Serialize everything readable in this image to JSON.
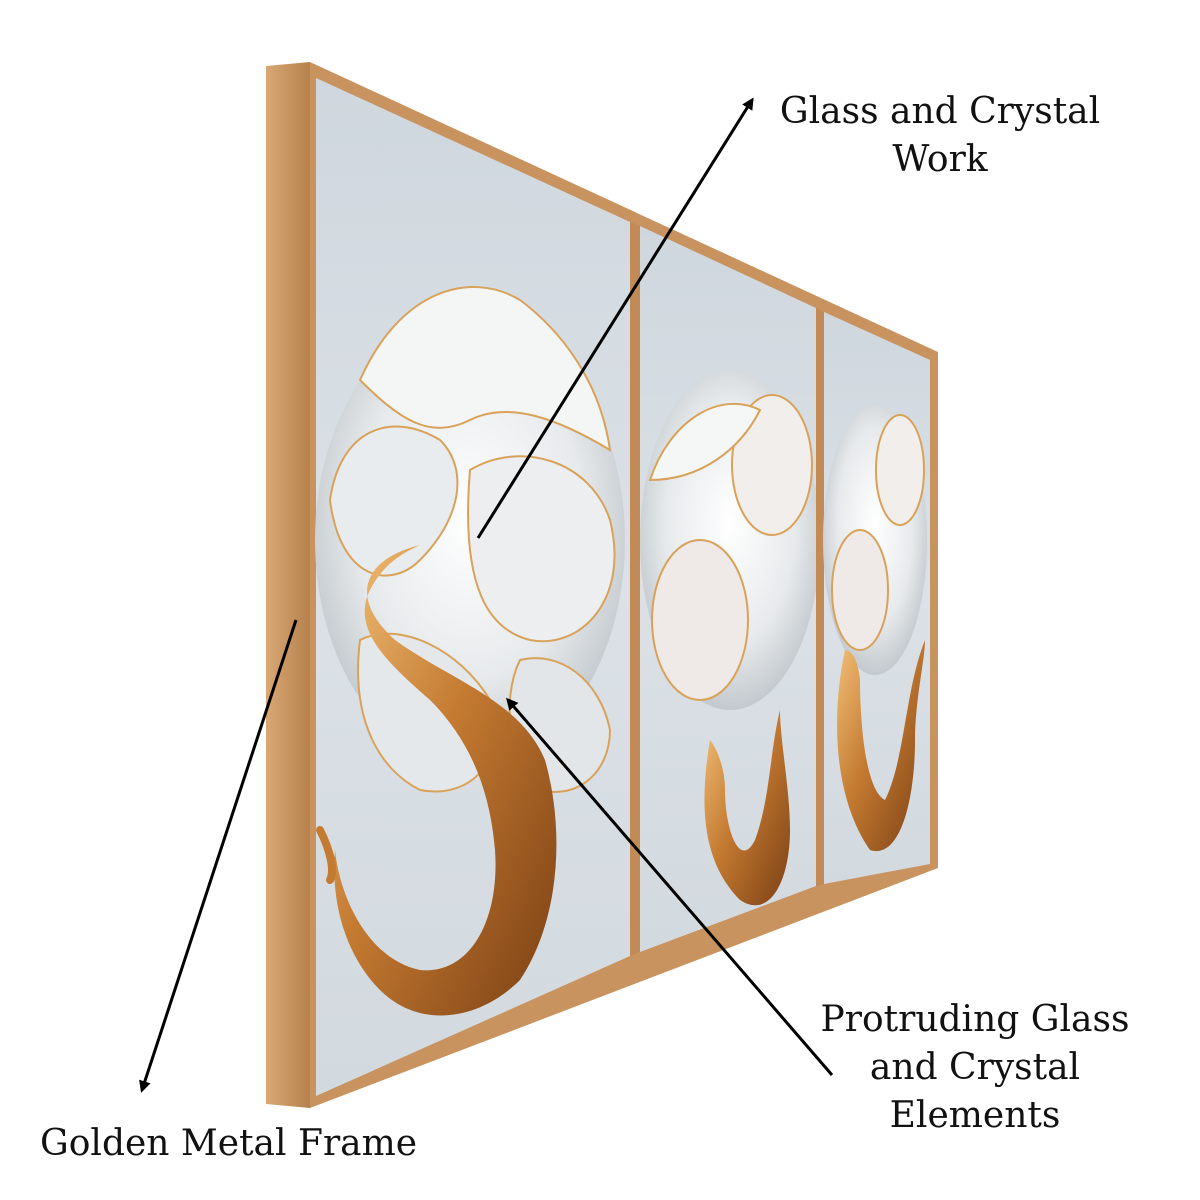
{
  "colors": {
    "frame_gold": "#c9935f",
    "frame_side": "#b98552",
    "canvas_bg": "#d6dde3",
    "rose_white": "#eef0f0",
    "gold_splash": "#b86f2a",
    "arrow": "#000000"
  },
  "panels": [
    {
      "name": "left-panel",
      "motif": "white rose with copper splash"
    },
    {
      "name": "middle-panel",
      "motif": "white roses with copper splash"
    },
    {
      "name": "right-panel",
      "motif": "white roses with copper splash"
    }
  ],
  "callouts": {
    "glass_crystal_work": [
      "Glass and Crystal",
      "Work"
    ],
    "protruding_elements": [
      "Protruding Glass",
      "and Crystal",
      "Elements"
    ],
    "golden_frame": [
      "Golden Metal Frame"
    ]
  }
}
